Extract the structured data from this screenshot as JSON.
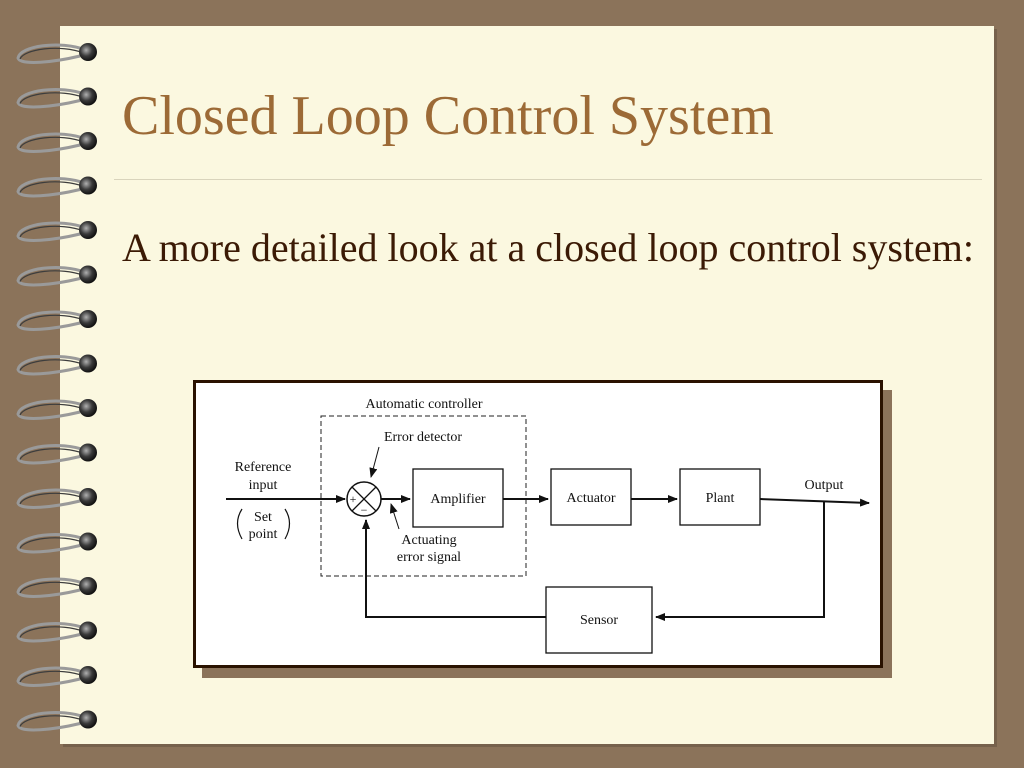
{
  "slide": {
    "title": "Closed Loop Control System",
    "body": "A more detailed look at a closed loop control system:"
  },
  "diagram": {
    "controller_label": "Automatic controller",
    "error_detector_label": "Error detector",
    "reference_label_line1": "Reference",
    "reference_label_line2": "input",
    "setpoint_line1": "Set",
    "setpoint_line2": "point",
    "plus_sign": "+",
    "minus_sign": "−",
    "actuating_line1": "Actuating",
    "actuating_line2": "error signal",
    "blocks": {
      "amplifier": "Amplifier",
      "actuator": "Actuator",
      "plant": "Plant",
      "sensor": "Sensor"
    },
    "output_label": "Output"
  },
  "colors": {
    "frame": "#8b735a",
    "page": "#fbf8e0",
    "title": "#9c6a36",
    "body_text": "#3b1a05"
  }
}
